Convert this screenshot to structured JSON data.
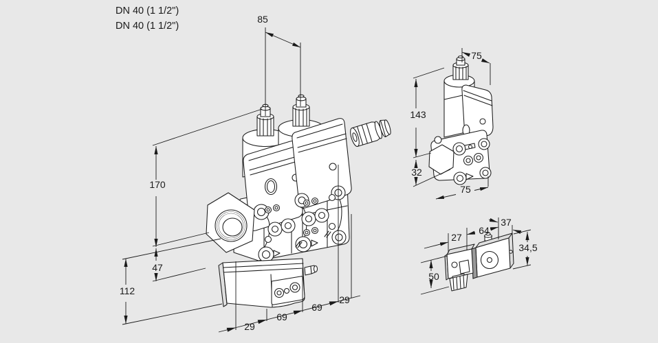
{
  "colors": {
    "background": "#e8e8e8",
    "line": "#1a1a1a",
    "text": "#1a1a1a",
    "face": "#ffffff",
    "face_shaded": "#dedede",
    "separator": "#999999"
  },
  "header": {
    "dn_line1": "DN 40 (1 1/2\")",
    "dn_line2": "DN 40 (1 1/2\")"
  },
  "main_valve_dims": {
    "actuator_spacing": "85",
    "height_total": "170",
    "height_mid": "47",
    "height_bottom": "112",
    "bottom_chain": [
      "29",
      "69",
      "69",
      "29"
    ]
  },
  "single_valve_dims": {
    "width_top": "75",
    "height_total": "143",
    "height_bottom": "32",
    "width_bottom": "75"
  },
  "pressure_switch_dims": {
    "connector_width": "27",
    "body_length": "64",
    "body_depth": "37",
    "body_height": "34,5",
    "height_total": "50"
  }
}
